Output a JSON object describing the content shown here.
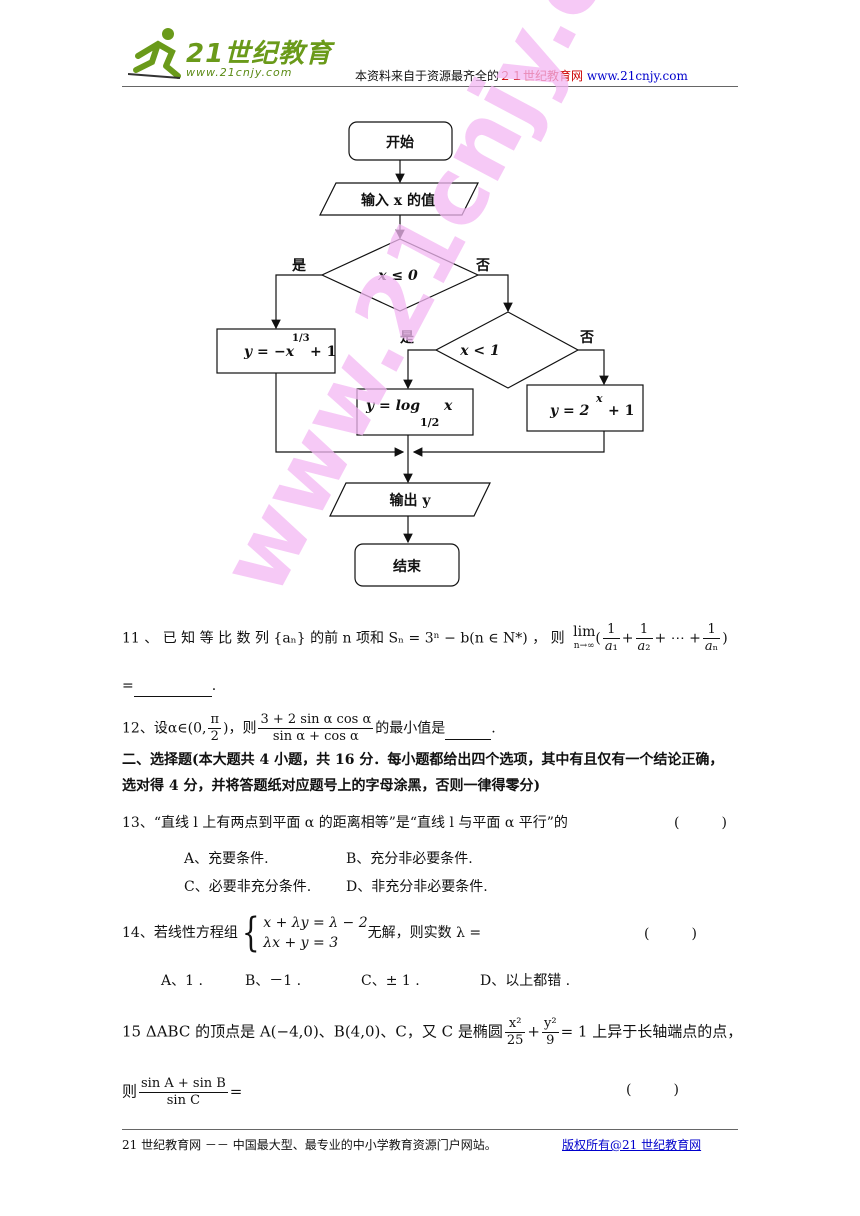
{
  "header": {
    "logo_text": "21世纪教育",
    "logo_url": "www.21cnjy.com",
    "source_prefix": "本资料来自于资源最齐全的",
    "source_brand": "２１世纪教育网",
    "source_site": "www.21cnjy.com"
  },
  "flowchart": {
    "start": "开始",
    "input": "输入 x 的值",
    "cond1": "x ≤ 0",
    "yes1": "是",
    "no1": "否",
    "branch1_y": "y =",
    "branch1_expr": "−x",
    "branch1_exp": "1/3",
    "branch1_tail": "+ 1",
    "cond2": "x < 1",
    "yes2": "是",
    "no2": "否",
    "branch2_y": "y = log",
    "branch2_base": "1/2",
    "branch2_x": "x",
    "branch3_y": "y = 2",
    "branch3_exp": "x",
    "branch3_tail": "+ 1",
    "output": "输出 y",
    "end": "结束"
  },
  "watermark": "www.21cnjy.com",
  "q11": {
    "num": "11 、",
    "text": "已 知 等 比 数 列 {aₙ} 的前 n 项和 Sₙ = 3ⁿ − b(n ∈ N*) ， 则",
    "lim": "lim",
    "lim_sub": "n→∞",
    "tail": "=",
    "end": "."
  },
  "q12": {
    "text_a": "12、设α∈(0,",
    "pi_num": "π",
    "pi_den": "2",
    "text_b": ")，则",
    "num": "3 + 2 sin α cos α",
    "den": "sin α + cos α",
    "text_c": "的最小值是",
    "end": "."
  },
  "section2": {
    "line1": "二、选择题(本大题共 4 小题，共 16 分．每小题都给出四个选项，其中有且仅有一个结论正确，",
    "line2": "选对得 4 分，并将答题纸对应题号上的字母涂黑，否则一律得零分)"
  },
  "q13": {
    "text": "13、“直线 l 上有两点到平面 α 的距离相等”是“直线 l 与平面 α 平行”的",
    "paren": "(　　　)",
    "optA": "A、充要条件.",
    "optB": "B、充分非必要条件.",
    "optC": "C、必要非充分条件.",
    "optD": "D、非充分非必要条件."
  },
  "q14": {
    "text_a": "14、若线性方程组",
    "eq1": "x + λy = λ − 2",
    "eq2": "λx + y = 3",
    "text_b": "无解，则实数 λ =",
    "paren": "(　　　)",
    "optA": "A、1 .",
    "optB": "B、－1 .",
    "optC": "C、± 1 .",
    "optD": "D、以上都错 ."
  },
  "q15": {
    "text_a": "15 ΔABC 的顶点是 A(−4,0)、B(4,0)、C，又 C 是椭圆",
    "f1_num": "x²",
    "f1_den": "25",
    "plus": "+",
    "f2_num": "y²",
    "f2_den": "9",
    "text_b": "= 1 上异于长轴端点的点，",
    "text_c": "则",
    "num": "sin A + sin B",
    "den": "sin C",
    "eq": "=",
    "paren": "(　　　)"
  },
  "footer": {
    "text": "21 世纪教育网 －－ 中国最大型、最专业的中小学教育资源门户网站。",
    "link": "版权所有@21 世纪教育网"
  }
}
